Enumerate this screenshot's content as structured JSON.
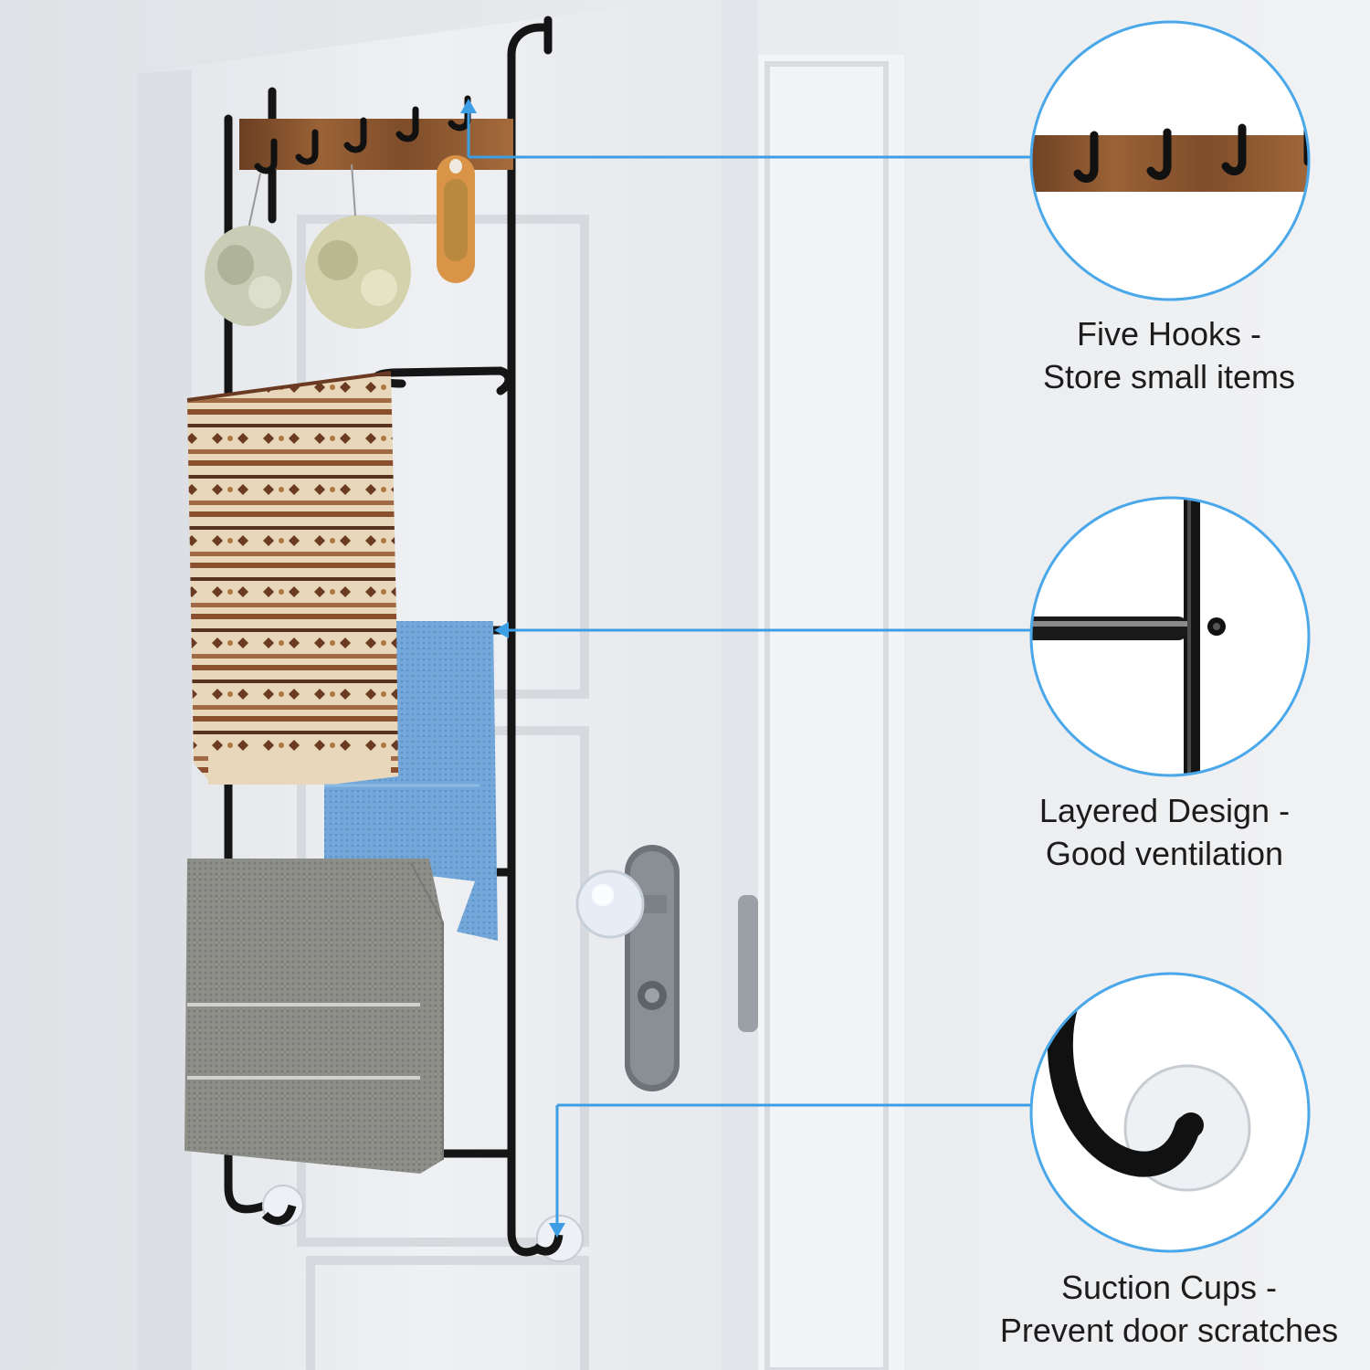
{
  "callouts": [
    {
      "line1": "Five Hooks -",
      "line2": "Store small items",
      "icon": "hook-detail-icon"
    },
    {
      "line1": "Layered Design -",
      "line2": "Good ventilation",
      "icon": "ladder-rail-detail-icon"
    },
    {
      "line1": "Suction Cups -",
      "line2": "Prevent door scratches",
      "icon": "suction-cup-detail-icon"
    }
  ],
  "colors": {
    "accent_line": "#3d9ee6",
    "callout_ring": "#4aa8ea",
    "frame_metal": "#151515",
    "wood_hook_bar": "#8a5630",
    "door_white": "#eef0f3",
    "towel_patterned": "#d9c6a8",
    "towel_blue": "#6fa3d6",
    "towel_grey": "#8a8a86"
  },
  "product": {
    "hook_count": 5,
    "towel_bar_count": 3
  }
}
